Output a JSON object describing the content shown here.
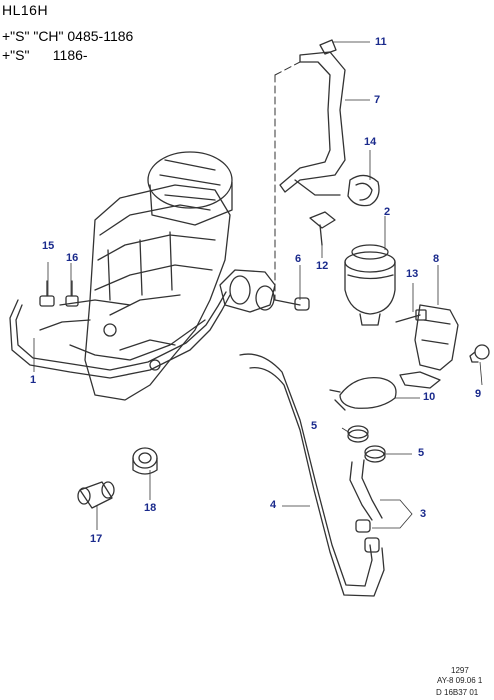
{
  "header": {
    "title": "HL16H",
    "line1": "+\"S\" \"CH\" 0485-1186",
    "line2": "+\"S\"      1186-"
  },
  "callouts": {
    "c1": "1",
    "c2": "2",
    "c3": "3",
    "c4": "4",
    "c5a": "5",
    "c5b": "5",
    "c6": "6",
    "c7": "7",
    "c8": "8",
    "c9": "9",
    "c10": "10",
    "c11": "11",
    "c12": "12",
    "c13": "13",
    "c14": "14",
    "c15": "15",
    "c16": "16",
    "c17": "17",
    "c18": "18"
  },
  "footer": {
    "code1": "1297",
    "code2": "AY-8 09.06 1",
    "code3": "D 16B37 01"
  },
  "colors": {
    "line": "#333333",
    "callout": "#1a2a8c"
  }
}
